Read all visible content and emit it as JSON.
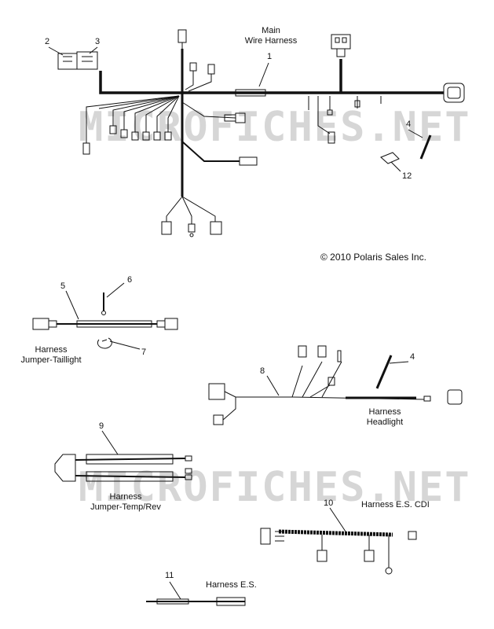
{
  "watermark": "MICROFICHES.NET",
  "copyright": "© 2010 Polaris Sales Inc.",
  "titles": {
    "main_harness": [
      "Main",
      "Wire Harness"
    ],
    "taillight": [
      "Harness",
      "Jumper-Taillight"
    ],
    "headlight": [
      "Harness",
      "Headlight"
    ],
    "temp_rev": [
      "Harness",
      "Jumper-Temp/Rev"
    ],
    "es_cdi": "Harness E.S. CDI",
    "es": "Harness E.S."
  },
  "callouts": {
    "c1": "1",
    "c2": "2",
    "c3": "3",
    "c4a": "4",
    "c12": "12",
    "c5": "5",
    "c6": "6",
    "c7": "7",
    "c8": "8",
    "c4b": "4",
    "c9": "9",
    "c10": "10",
    "c11": "11"
  },
  "colors": {
    "line": "#111111",
    "watermark": "#d6d6d6",
    "background": "#ffffff"
  }
}
